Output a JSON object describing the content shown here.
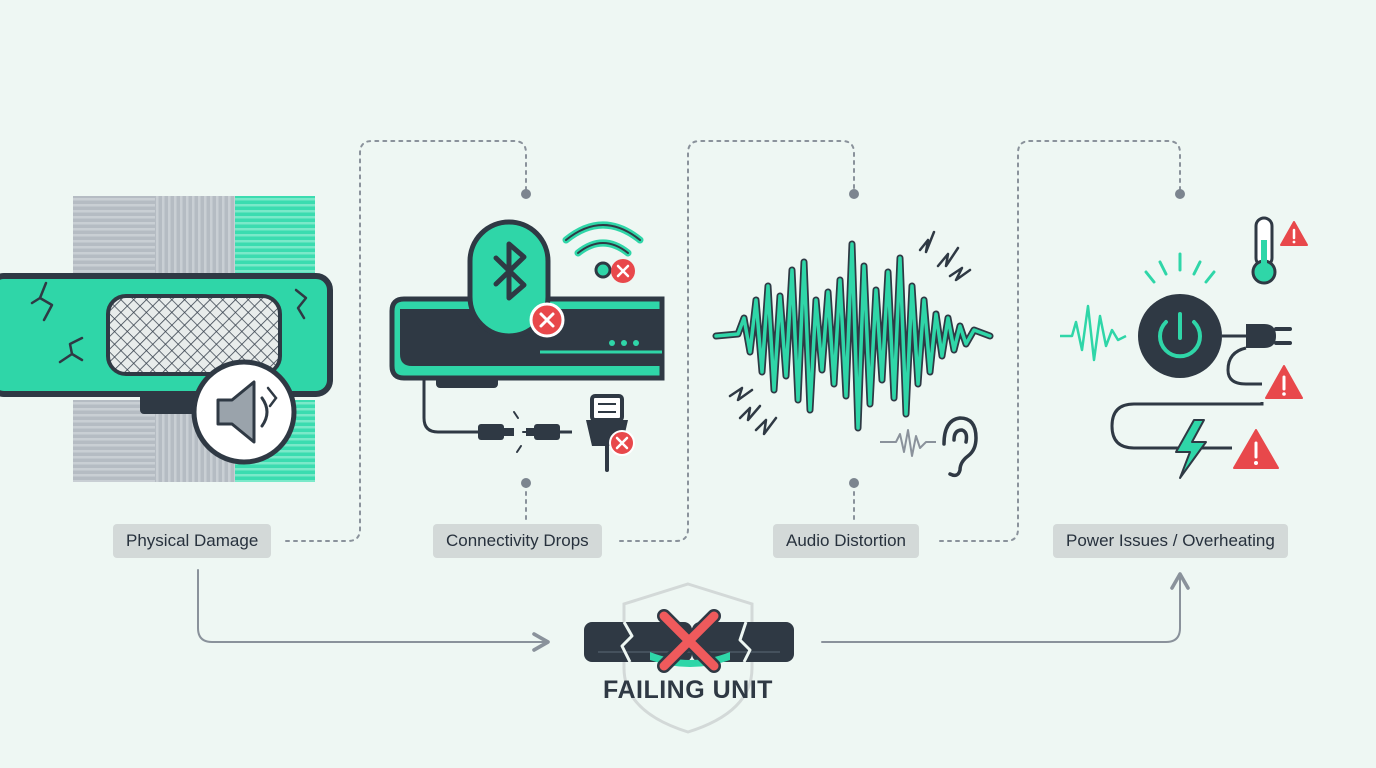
{
  "stages": [
    {
      "id": "physical",
      "label": "Physical Damage"
    },
    {
      "id": "connectivity",
      "label": "Connectivity Drops"
    },
    {
      "id": "audio",
      "label": "Audio Distortion"
    },
    {
      "id": "power",
      "label": "Power Issues / Overheating"
    }
  ],
  "outcome": {
    "label": "FAILING UNIT"
  },
  "colors": {
    "accent": "#2fd6a8",
    "dark": "#2f3944",
    "alert": "#e8484b",
    "label_bg": "#d3d9d8",
    "connector": "#8a929b",
    "background": "#eef7f3"
  }
}
